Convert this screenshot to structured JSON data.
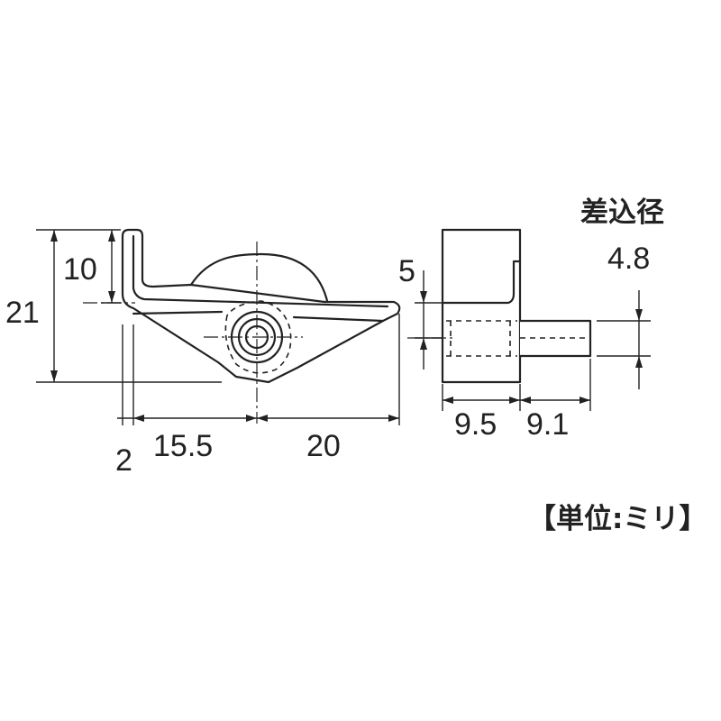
{
  "front_view": {
    "dims": {
      "height_total": "21",
      "height_flange": "10",
      "width_flange": "2",
      "width_left": "15.5",
      "width_right": "20"
    }
  },
  "side_view": {
    "dims": {
      "offset_top": "5",
      "body_width": "9.5",
      "pin_length": "9.1"
    }
  },
  "pin_diameter": {
    "label": "差込径",
    "value": "4.8"
  },
  "unit_note": "【単位:ミリ】"
}
